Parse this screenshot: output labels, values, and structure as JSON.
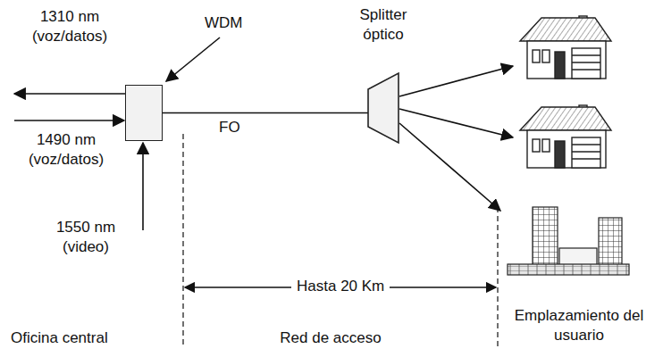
{
  "diagram": {
    "nodes": [
      {
        "text": [
          "WDM"
        ]
      },
      {
        "text": [
          "Splitter óptico"
        ]
      }
    ],
    "edges": [
      {
        "from": 0,
        "to": 1,
        "arrow": "none",
        "label": "FO"
      }
    ],
    "labels": [
      "1310 nm (voz/datos)",
      "1490 nm (voz/datos)",
      "1550 nm (video)",
      "Hasta 20 Km",
      "Oficina central",
      "Red de acceso",
      "Emplazamiento del usuario"
    ]
  }
}
